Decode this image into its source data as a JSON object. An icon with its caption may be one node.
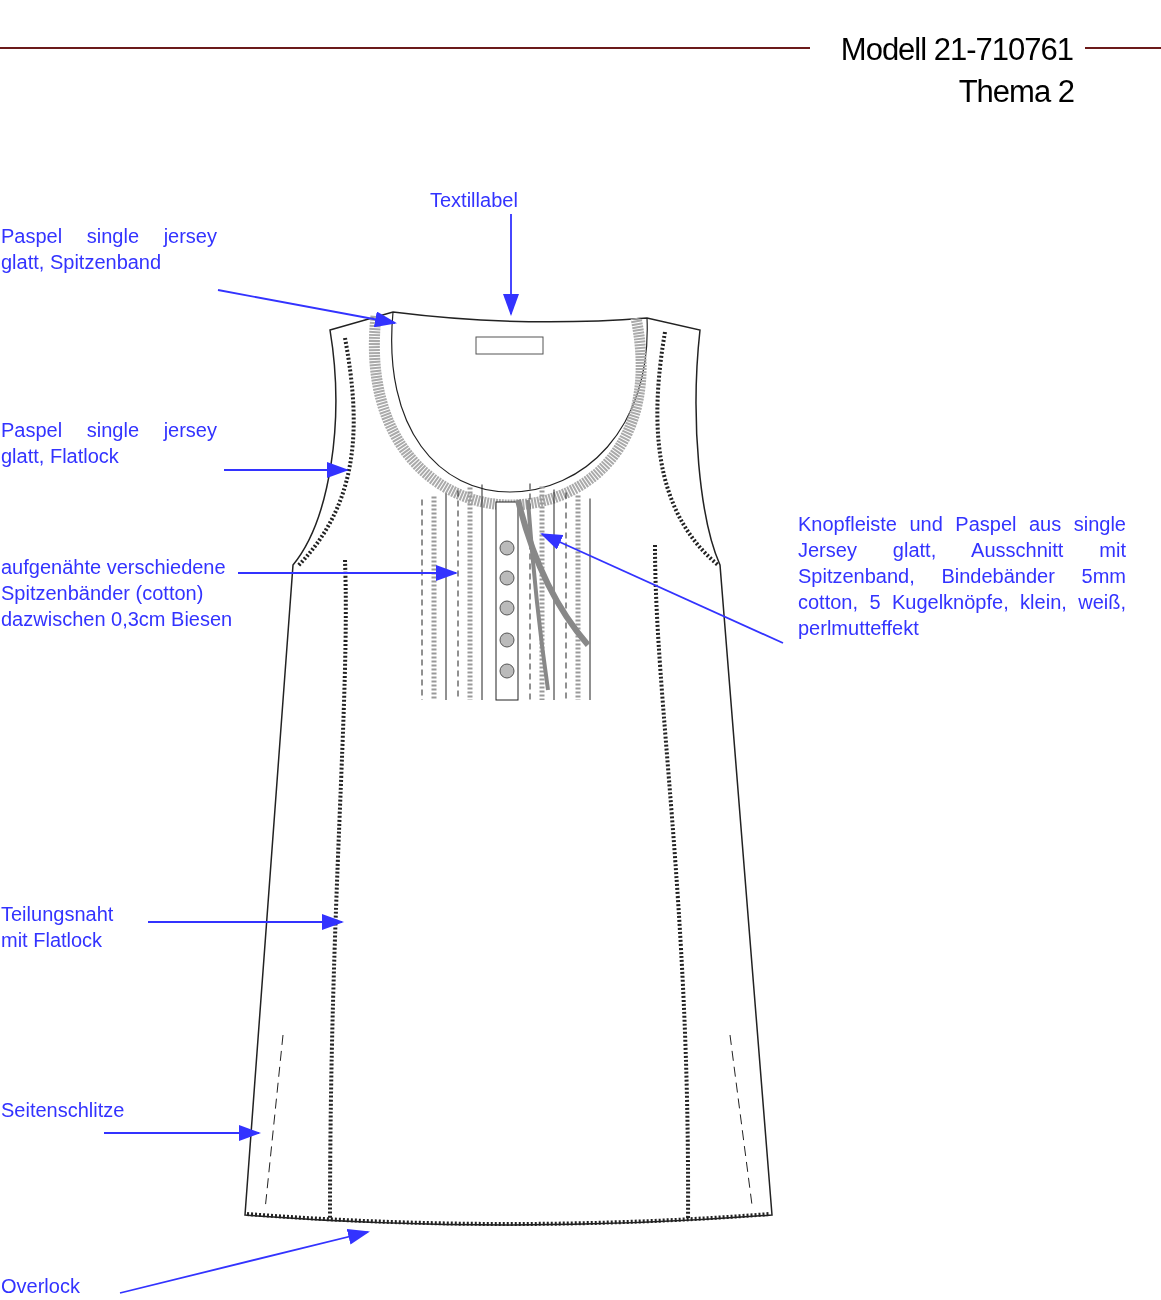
{
  "diagram": {
    "title": "Modell 21-710761",
    "nodes": [
      {
        "text": [
          "Textillabel"
        ]
      },
      {
        "text": [
          "Paspel single jersey glatt, Spitzenband"
        ]
      },
      {
        "text": [
          "Paspel single jersey glatt, Flatlock"
        ]
      },
      {
        "text": [
          "aufgenähte verschiedene Spitzenbänder (cotton) dazwischen 0,3cm Biesen"
        ]
      },
      {
        "text": [
          "Knopfleiste und Paspel aus single Jersey glatt, Ausschnitt mit Spitzenband, Bindebänder 5mm cotton, 5 Kugelknöpfe, klein, weiß, perlmutteffekt"
        ]
      },
      {
        "text": [
          "Teilungsnaht mit Flatlock"
        ]
      },
      {
        "text": [
          "Seitenschlitze"
        ]
      },
      {
        "text": [
          "Overlock"
        ]
      }
    ],
    "edges": [
      {
        "from": 0,
        "to": null,
        "arrow": "to"
      },
      {
        "from": 1,
        "to": null,
        "arrow": "to"
      },
      {
        "from": 2,
        "to": null,
        "arrow": "to"
      },
      {
        "from": 3,
        "to": null,
        "arrow": "to"
      },
      {
        "from": 4,
        "to": null,
        "arrow": "to"
      },
      {
        "from": 5,
        "to": null,
        "arrow": "to"
      },
      {
        "from": 6,
        "to": null,
        "arrow": "to"
      },
      {
        "from": 7,
        "to": null,
        "arrow": "to"
      }
    ],
    "labels": [
      "Thema 2"
    ]
  }
}
